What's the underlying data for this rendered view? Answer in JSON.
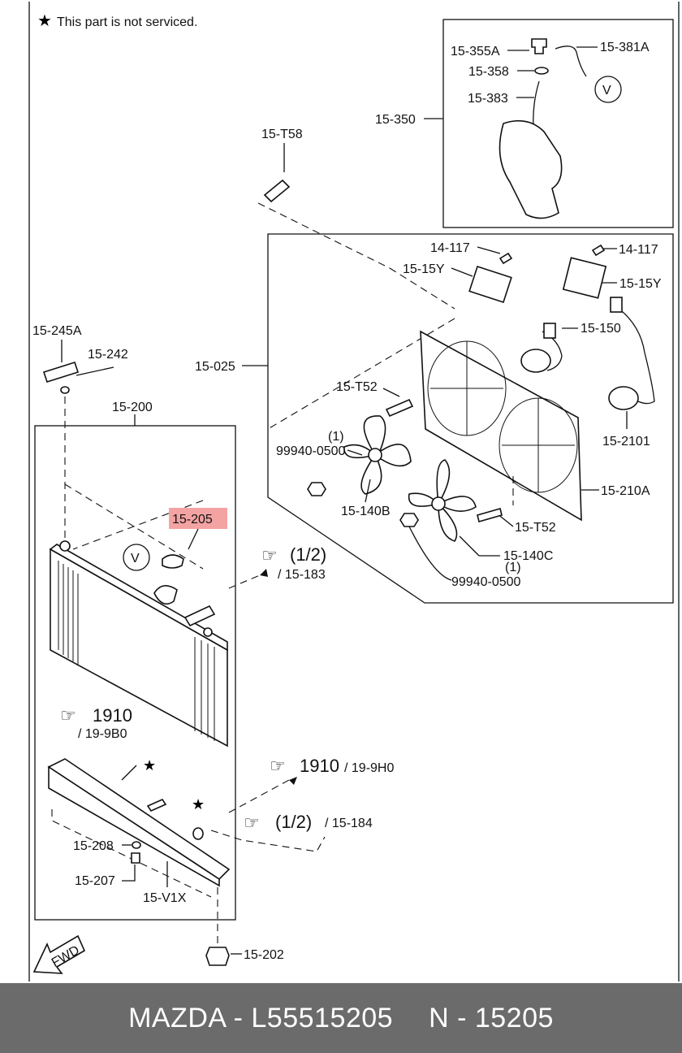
{
  "note": "This part is not serviced.",
  "labels": {
    "p15_355A": "15-355A",
    "p15_381A": "15-381A",
    "p15_358": "15-358",
    "p15_383": "15-383",
    "p15_350": "15-350",
    "p15_T58": "15-T58",
    "p14_117a": "14-117",
    "p14_117b": "14-117",
    "p15_15Ya": "15-15Y",
    "p15_15Yb": "15-15Y",
    "p15_150": "15-150",
    "p15_245A": "15-245A",
    "p15_242": "15-242",
    "p15_025": "15-025",
    "p15_T52a": "15-T52",
    "p15_2101": "15-2101",
    "p15_200": "15-200",
    "nut_qty_a": "(1)",
    "p99940_a": "99940-0500",
    "p15_210A": "15-210A",
    "p15_140B": "15-140B",
    "p15_T52b": "15-T52",
    "p15_205": "15-205",
    "p15_140C": "15-140C",
    "nut_qty_b": "(1)",
    "p99940_b": "99940-0500",
    "p15_208": "15-208",
    "p15_207": "15-207",
    "p15_V1X": "15-V1X",
    "p15_202": "15-202",
    "v_mark": "V",
    "fwd": "FWD"
  },
  "refs": {
    "r1_main": "(1/2)",
    "r1_sub": "/ 15-183",
    "r2_main": "1910",
    "r2_sub": "/ 19-9B0",
    "r3_main": "1910",
    "r3_sub": "/ 19-9H0",
    "r4_main": "(1/2)",
    "r4_sub": "/ 15-184"
  },
  "highlight_color": "#f4a3a3",
  "footer": {
    "brand": "MAZDA - L55515205",
    "code": "N - 15205"
  }
}
